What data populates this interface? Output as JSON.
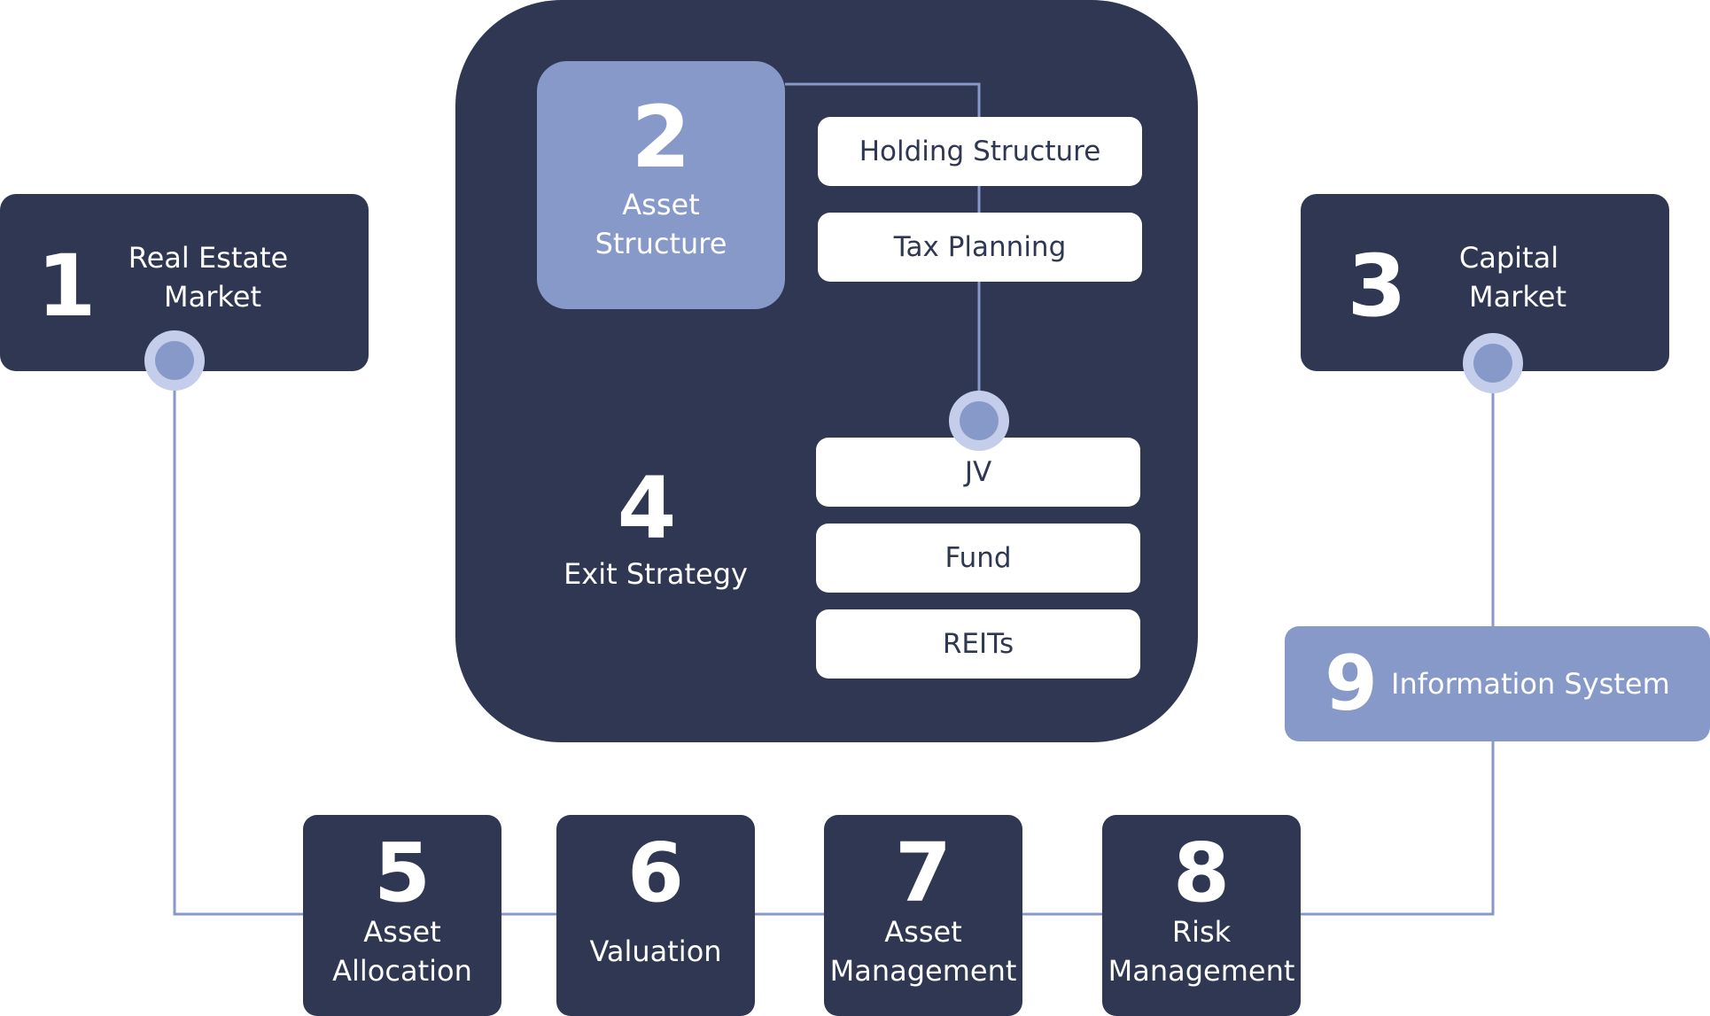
{
  "nodes": {
    "n1": {
      "number": "1",
      "line1": "Real Estate",
      "line2": "Market"
    },
    "n2": {
      "number": "2",
      "line1": "Asset",
      "line2": "Structure"
    },
    "n3": {
      "number": "3",
      "line1": "Capital",
      "line2": "Market"
    },
    "n4": {
      "number": "4",
      "label": "Exit Strategy"
    },
    "n5": {
      "number": "5",
      "line1": "Asset",
      "line2": "Allocation"
    },
    "n6": {
      "number": "6",
      "label": "Valuation"
    },
    "n7": {
      "number": "7",
      "line1": "Asset",
      "line2": "Management"
    },
    "n8": {
      "number": "8",
      "line1": "Risk",
      "line2": "Management"
    },
    "n9": {
      "number": "9",
      "label": "Information System"
    }
  },
  "structure_items": [
    "Holding Structure",
    "Tax Planning"
  ],
  "exit_items": [
    "JV",
    "Fund",
    "REITs"
  ],
  "colors": {
    "dark": "#2f3752",
    "accent": "#8799c8",
    "connector": "#8799c8",
    "dot_halo": "#c4cdea"
  }
}
